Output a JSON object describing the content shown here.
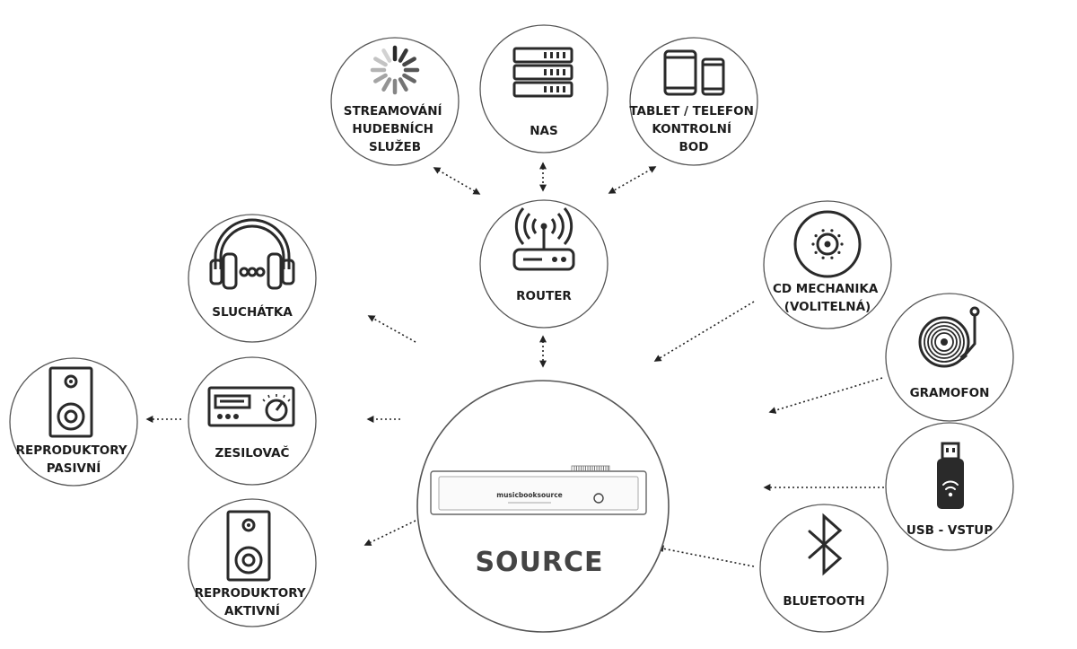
{
  "source": {
    "label": "SOURCE",
    "device_brand": "musicbooksource"
  },
  "nodes": {
    "streaming": {
      "lines": [
        "STREAMOVÁNÍ",
        "HUDEBNÍCH",
        "SLUŽEB"
      ],
      "icon": "loading-spinner-icon"
    },
    "nas": {
      "lines": [
        "NAS"
      ],
      "icon": "server-rack-icon"
    },
    "tablet": {
      "lines": [
        "TABLET / TELEFON",
        "KONTROLNÍ",
        "BOD"
      ],
      "icon": "tablet-phone-icon"
    },
    "router": {
      "lines": [
        "ROUTER"
      ],
      "icon": "wifi-router-icon"
    },
    "headphones": {
      "lines": [
        "SLUCHÁTKA"
      ],
      "icon": "headphones-icon"
    },
    "amplifier": {
      "lines": [
        "ZESILOVAČ"
      ],
      "icon": "amplifier-icon"
    },
    "passive_speakers": {
      "lines": [
        "REPRODUKTORY",
        "PASIVNÍ"
      ],
      "icon": "speaker-icon"
    },
    "active_speakers": {
      "lines": [
        "REPRODUKTORY",
        "AKTIVNÍ"
      ],
      "icon": "speaker-icon"
    },
    "cd": {
      "lines": [
        "CD MECHANIKA",
        "(VOLITELNÁ)"
      ],
      "icon": "cd-disc-icon"
    },
    "gramofon": {
      "lines": [
        "GRAMOFON"
      ],
      "icon": "turntable-icon"
    },
    "usb": {
      "lines": [
        "USB - VSTUP"
      ],
      "icon": "usb-stick-icon"
    },
    "bluetooth": {
      "lines": [
        "BLUETOOTH"
      ],
      "icon": "bluetooth-icon"
    }
  },
  "colors": {
    "outline": "#555555",
    "text": "#1c1c1c",
    "source_text": "#444444"
  }
}
